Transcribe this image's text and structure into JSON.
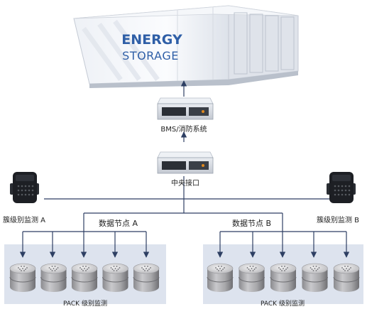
{
  "container": {
    "logo_line1": "ENERGY",
    "logo_line2": "STORAGE"
  },
  "labels": {
    "bms": "BMS/消防系统",
    "central": "中央接口",
    "cluster_a": "簇级别监测 A",
    "cluster_b": "簇级别监测 B",
    "node_a": "数据节点 A",
    "node_b": "数据节点 B",
    "pack_a": "PACK 级别监测",
    "pack_b": "PACK 级别监测"
  },
  "colors": {
    "line": "#2e3f63",
    "panel": "#dde3ee",
    "container": "#f4f6fa",
    "logo": "#2f5fa7",
    "device": "#1d1f24"
  },
  "pack_groups": [
    {
      "group": "A",
      "count": 5
    },
    {
      "group": "B",
      "count": 5
    }
  ]
}
